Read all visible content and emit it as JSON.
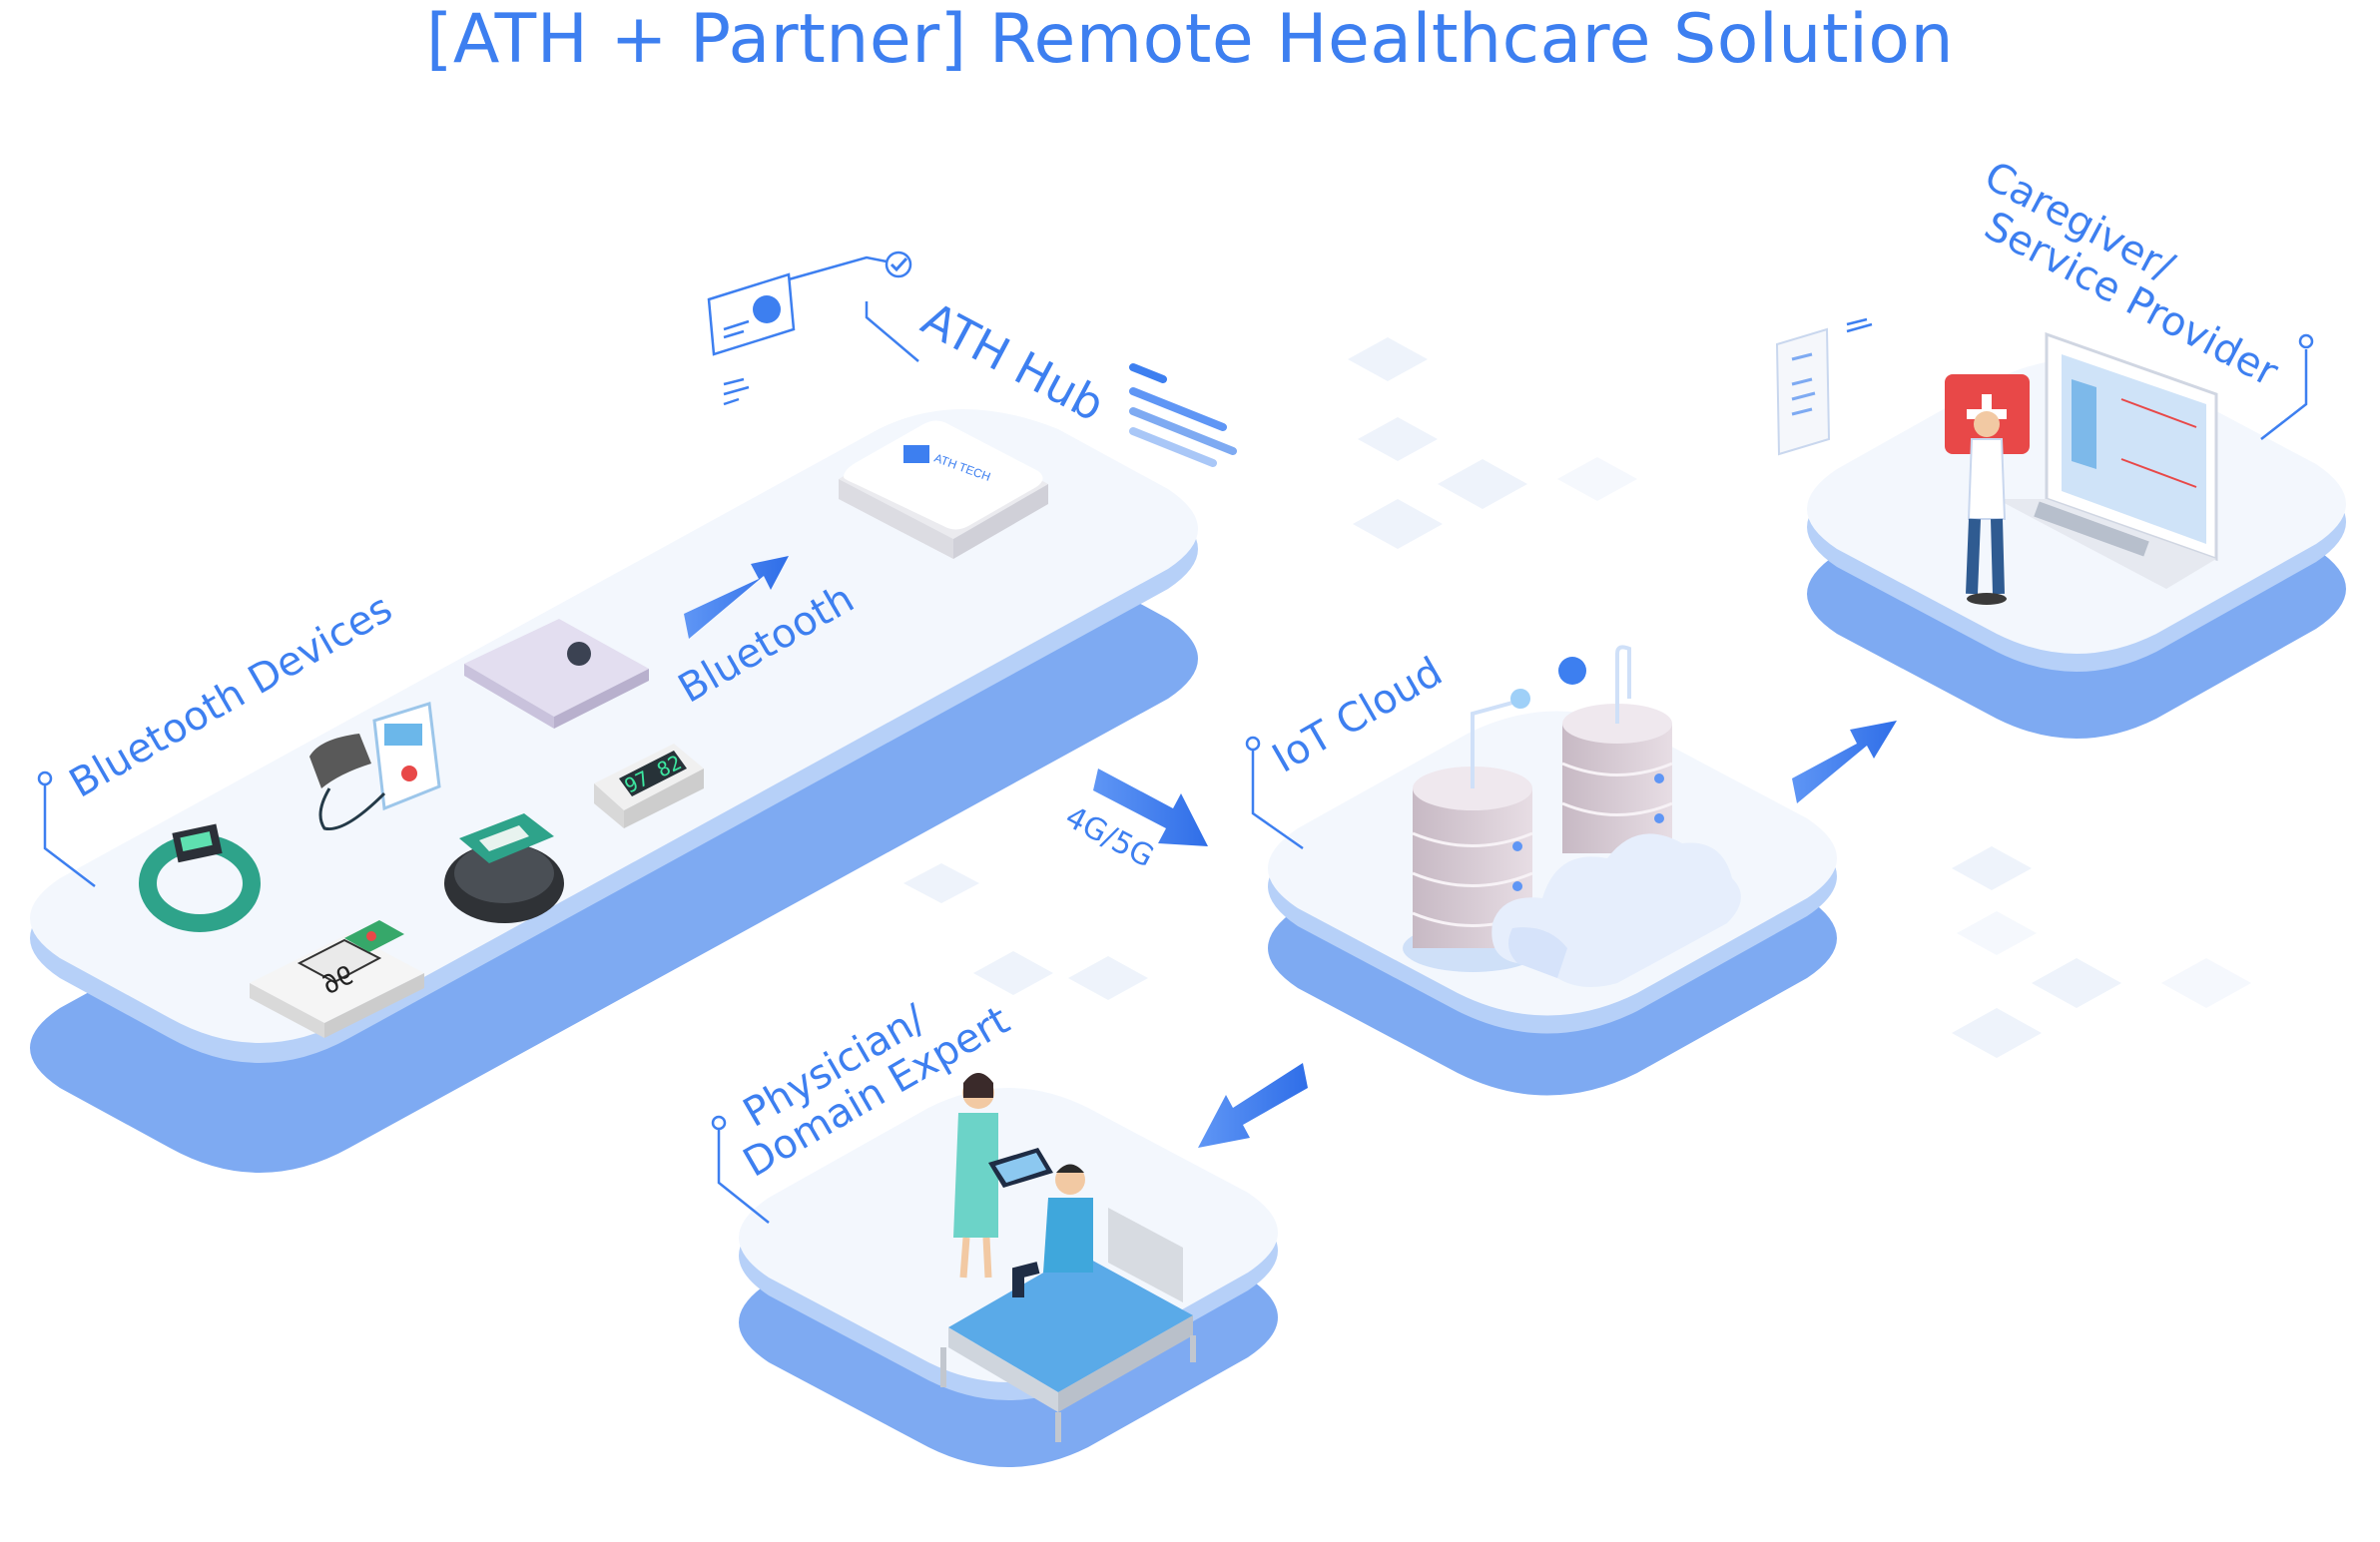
{
  "title": "[ATH + Partner] Remote Healthcare Solution",
  "labels": {
    "bluetooth_devices": "Bluetooth Devices",
    "bluetooth": "Bluetooth",
    "ath_hub": "ATH Hub",
    "hub_logo": "ATH TECH",
    "iot_cloud": "IoT Cloud",
    "network": "4G/5G",
    "caregiver_line1": "Caregiver/",
    "caregiver_line2": "Service Provider",
    "physician_line1": "Physician/",
    "physician_line2": "Domain Expert"
  },
  "device_readouts": {
    "oximeter": "97 82",
    "glucometer": "96"
  },
  "colors": {
    "accent": "#3d7ff0",
    "platform_top": "#f3f7fd",
    "platform_side": "#7eaaf2",
    "arrow": "#3b78ee"
  }
}
